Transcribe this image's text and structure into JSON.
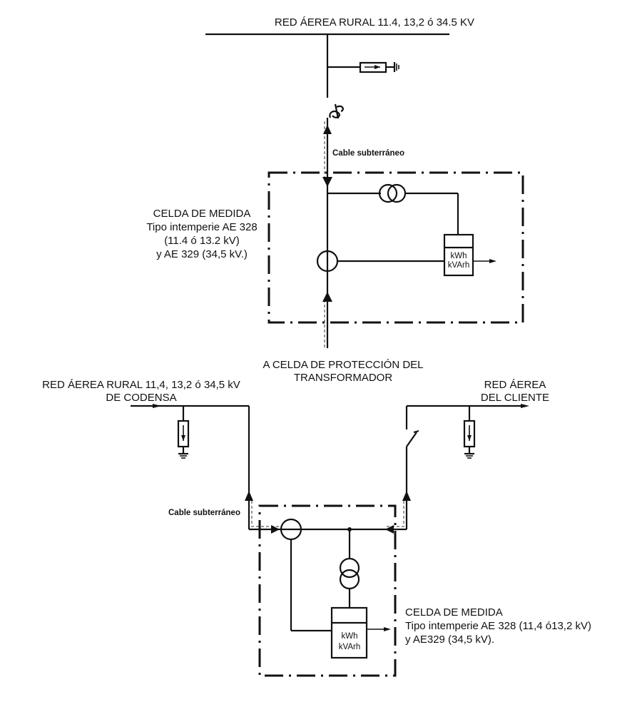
{
  "top_diagram": {
    "line_label": "RED ÁEREA RURAL 11.4, 13,2 ó 34.5 KV",
    "cable_label": "Cable subterráneo",
    "cell_label": {
      "line1": "CELDA DE MEDIDA",
      "line2": "Tipo intemperie AE 328",
      "line3": "(11.4 ó 13.2 kV)",
      "line4": "y AE 329 (34,5 kV.)"
    },
    "meter": {
      "line1": "kWh",
      "line2": "kVArh"
    },
    "output_label": {
      "line1": "A CELDA DE PROTECCIÓN DEL",
      "line2": "TRANSFORMADOR"
    }
  },
  "bottom_diagram": {
    "source_label": {
      "line1": "RED ÁEREA RURAL 11,4, 13,2 ó 34,5 kV",
      "line2": "DE CODENSA"
    },
    "client_label": {
      "line1": "RED ÁEREA",
      "line2": "DEL CLIENTE"
    },
    "cable_label": "Cable subterráneo",
    "meter": {
      "line1": "kWh",
      "line2": "kVArh"
    },
    "cell_label": {
      "line1": "CELDA DE MEDIDA",
      "line2": "Tipo intemperie AE 328 (11,4 ó13,2 kV)",
      "line3": "y AE329 (34,5 kV)."
    }
  }
}
